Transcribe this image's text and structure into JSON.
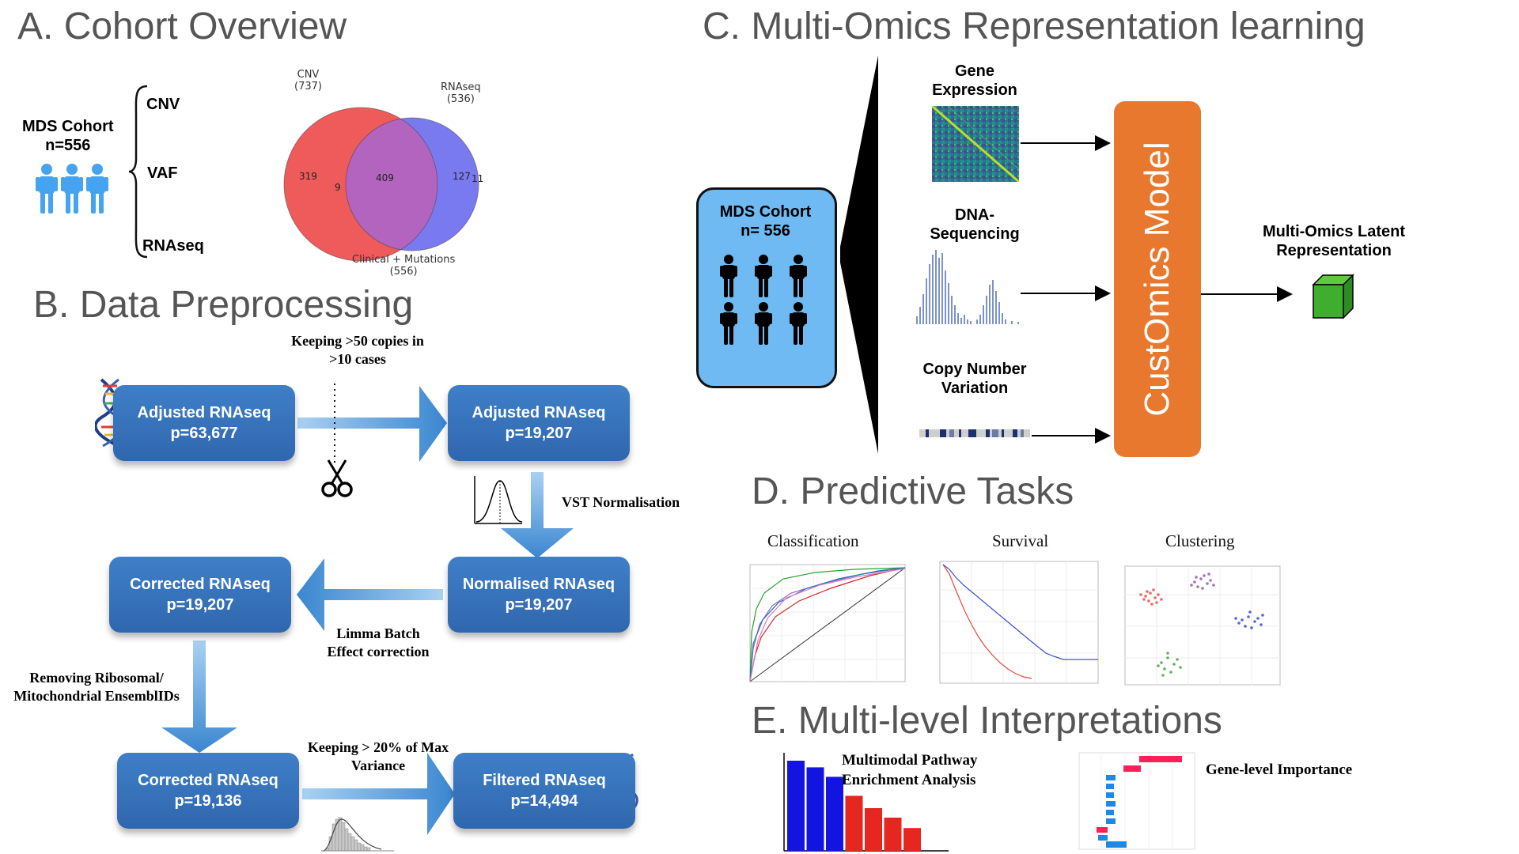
{
  "section_a": {
    "title": "A. Cohort Overview",
    "cohort_label": "MDS Cohort",
    "cohort_n": "n=556",
    "modalities": [
      "CNV",
      "VAF",
      "RNAseq"
    ],
    "venn": {
      "cnv_name": "CNV",
      "cnv_count": "(737)",
      "rna_name": "RNAseq",
      "rna_count": "(536)",
      "clinical_name": "Clinical + Mutations",
      "clinical_count": "(556)",
      "regions": [
        "319",
        "9",
        "409",
        "127",
        "11"
      ],
      "colors": {
        "cnv": "#ef5a5a",
        "rna": "#7a7af0",
        "overlap": "#b264be"
      }
    }
  },
  "section_b": {
    "title": "B. Data Preprocessing",
    "boxes": [
      {
        "name": "Adjusted RNAseq",
        "value": "p=63,677"
      },
      {
        "name": "Adjusted RNAseq",
        "value": "p=19,207"
      },
      {
        "name": "Normalised RNAseq",
        "value": "p=19,207"
      },
      {
        "name": "Corrected RNAseq",
        "value": "p=19,207"
      },
      {
        "name": "Corrected RNAseq",
        "value": "p=19,136"
      },
      {
        "name": "Filtered RNAseq",
        "value": "p=14,494"
      }
    ],
    "steps": {
      "keep_copies": "Keeping >50 copies in\n>10 cases",
      "vst": "VST Normalisation",
      "limma": "Limma Batch\nEffect correction",
      "remove": "Removing Ribosomal/\nMitochondrial EnsemblIDs",
      "variance": "Keeping > 20% of Max\nVariance"
    },
    "colors": {
      "box": "#2f67ae",
      "arrow": "#4d93d6"
    }
  },
  "section_c": {
    "title": "C. Multi-Omics Representation learning",
    "cohort_label": "MDS Cohort",
    "cohort_n": "n= 556",
    "inputs": [
      "Gene\nExpression",
      "DNA-\nSequencing",
      "Copy Number\nVariation"
    ],
    "model": "CustOmics Model",
    "output": "Multi-Omics Latent\nRepresentation",
    "colors": {
      "cohort_box": "#6fbaf2",
      "model": "#e8782e",
      "cube": "#3fae2f"
    }
  },
  "section_d": {
    "title": "D. Predictive Tasks",
    "tasks": [
      "Classification",
      "Survival",
      "Clustering"
    ]
  },
  "section_e": {
    "title": "E. Multi-level Interpretations",
    "pathway_label": "Multimodal Pathway\nEnrichment Analysis",
    "gene_label": "Gene-level Importance",
    "pathway_bars": {
      "blue": [
        0.95,
        0.88,
        0.78
      ],
      "red": [
        0.58,
        0.45,
        0.35,
        0.24
      ]
    }
  }
}
